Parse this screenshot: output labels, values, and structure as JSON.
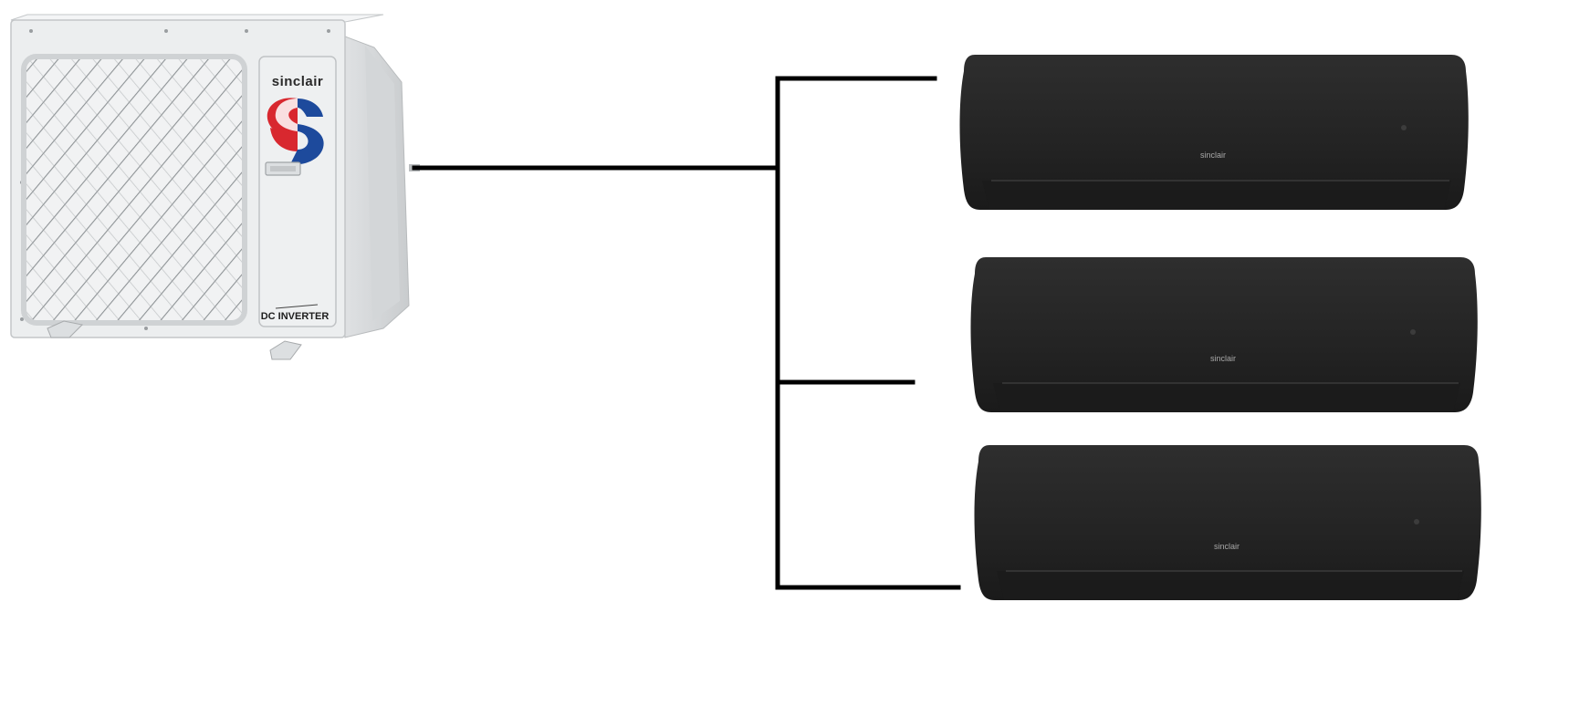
{
  "outdoor_unit": {
    "brand": "sinclair",
    "badge": "DC INVERTER",
    "logo_colors": {
      "red": "#d8282f",
      "blue": "#1d4a9c"
    },
    "body_color": "#e9ebec"
  },
  "indoor_units": [
    {
      "brand": "sinclair",
      "color": "#252525"
    },
    {
      "brand": "sinclair",
      "color": "#252525"
    },
    {
      "brand": "sinclair",
      "color": "#252525"
    }
  ],
  "pipe_color": "#000000"
}
